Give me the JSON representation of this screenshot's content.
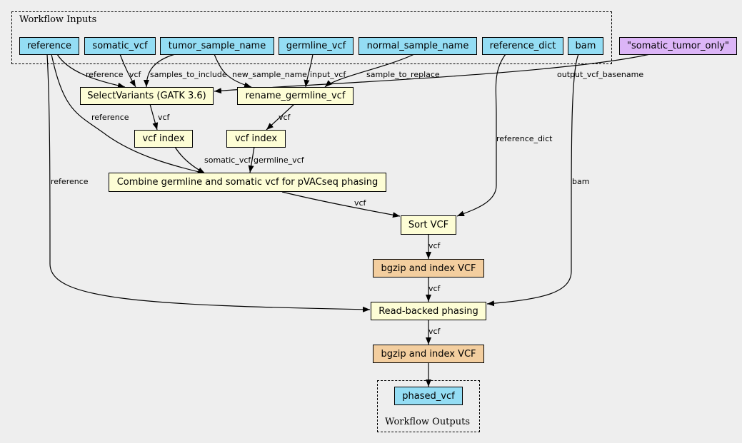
{
  "clusters": {
    "inputs_label": "Workflow Inputs",
    "outputs_label": "Workflow Outputs"
  },
  "inputs": {
    "reference": "reference",
    "somatic_vcf": "somatic_vcf",
    "tumor_sample_name": "tumor_sample_name",
    "germline_vcf": "germline_vcf",
    "normal_sample_name": "normal_sample_name",
    "reference_dict": "reference_dict",
    "bam": "bam"
  },
  "constant": "\"somatic_tumor_only\"",
  "steps": {
    "select_variants": "SelectVariants (GATK 3.6)",
    "rename_germline": "rename_germline_vcf",
    "vcf_index_1": "vcf index",
    "vcf_index_2": "vcf index",
    "combine": "Combine germline and somatic vcf for pVACseq phasing",
    "sort_vcf": "Sort VCF",
    "bgzip_1": "bgzip and index VCF",
    "read_backed_phasing": "Read-backed phasing",
    "bgzip_2": "bgzip and index VCF"
  },
  "outputs": {
    "phased_vcf": "phased_vcf"
  },
  "edge_labels": {
    "ref_to_select": "reference",
    "somatic_to_select": "vcf",
    "tumor_to_select": "samples_to_include",
    "tumor_to_rename": "new_sample_name",
    "germline_to_rename": "input_vcf",
    "normal_to_rename": "sample_to_replace",
    "const_to_rename": "output_vcf_basename",
    "ref_to_combine": "reference",
    "select_to_index": "vcf",
    "rename_to_index": "vcf",
    "ref_dict_to_sort": "reference_dict",
    "index1_to_combine": "somatic_vcf",
    "index2_to_combine": "germline_vcf",
    "ref_to_phasing": "reference",
    "bam_to_phasing": "bam",
    "combine_to_sort": "vcf",
    "sort_to_bgzip": "vcf",
    "bgzip_to_phasing": "vcf",
    "phasing_to_bgzip": "vcf"
  }
}
